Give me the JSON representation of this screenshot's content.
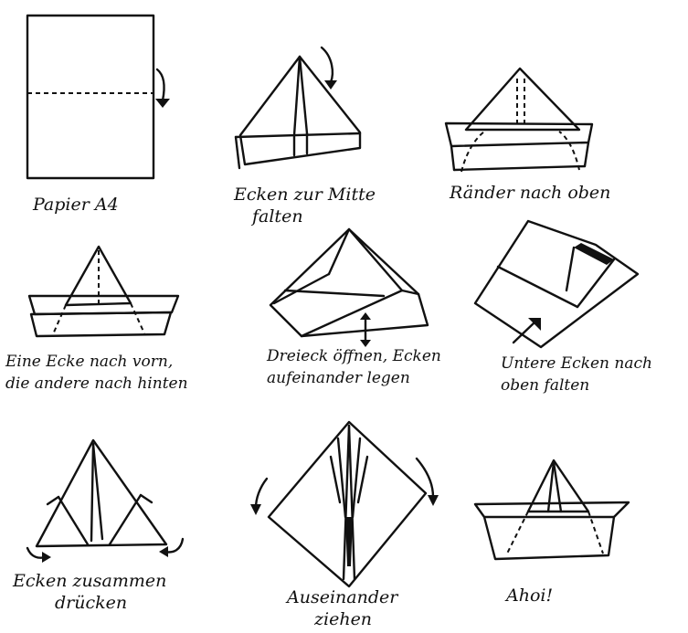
{
  "steps": [
    {
      "caption": [
        "Papier A4"
      ]
    },
    {
      "caption": [
        "Ecken zur Mitte",
        "falten"
      ]
    },
    {
      "caption": [
        "Ränder nach oben"
      ]
    },
    {
      "caption": [
        "Eine Ecke nach vorn,",
        "die andere nach hinten"
      ]
    },
    {
      "caption": [
        "Dreieck öffnen, Ecken",
        "aufeinander legen"
      ]
    },
    {
      "caption": [
        "Untere Ecken nach",
        "oben falten"
      ]
    },
    {
      "caption": [
        "Ecken zusammen",
        "drücken"
      ]
    },
    {
      "caption": [
        "Auseinander",
        "ziehen"
      ]
    },
    {
      "caption": [
        "Ahoi!"
      ]
    }
  ]
}
